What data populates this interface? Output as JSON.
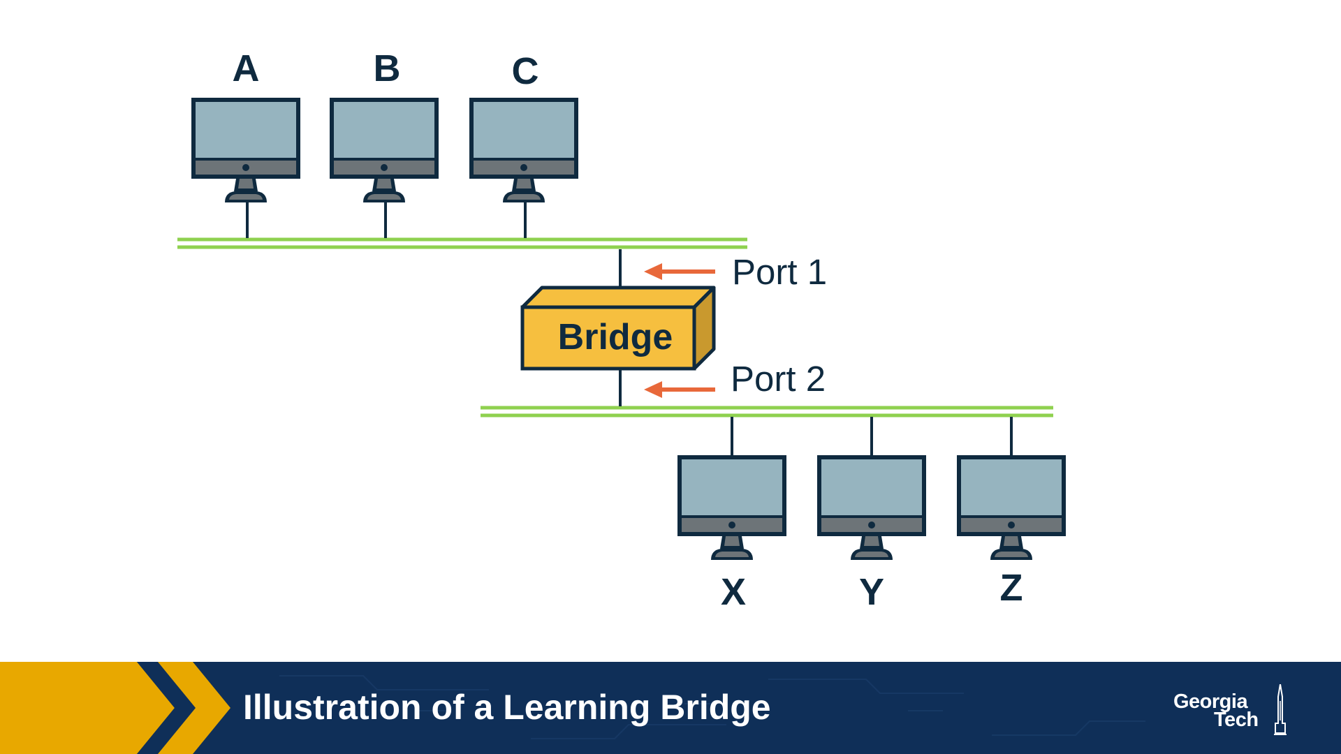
{
  "diagram": {
    "top_hosts": [
      {
        "label": "A"
      },
      {
        "label": "B"
      },
      {
        "label": "C"
      }
    ],
    "bottom_hosts": [
      {
        "label": "X"
      },
      {
        "label": "Y"
      },
      {
        "label": "Z"
      }
    ],
    "bridge_label": "Bridge",
    "port1_label": "Port 1",
    "port2_label": "Port 2",
    "colors": {
      "lan_segment": "#8fd14f",
      "bridge_fill": "#f6bf3f",
      "arrow": "#e8683a",
      "screen": "#96b4bf",
      "outline": "#0f2a3f"
    }
  },
  "footer": {
    "title": "Illustration of a Learning Bridge",
    "logo_line1": "Georgia",
    "logo_line2": "Tech",
    "colors": {
      "bar": "#0f2f58",
      "accent": "#e8a800"
    }
  }
}
